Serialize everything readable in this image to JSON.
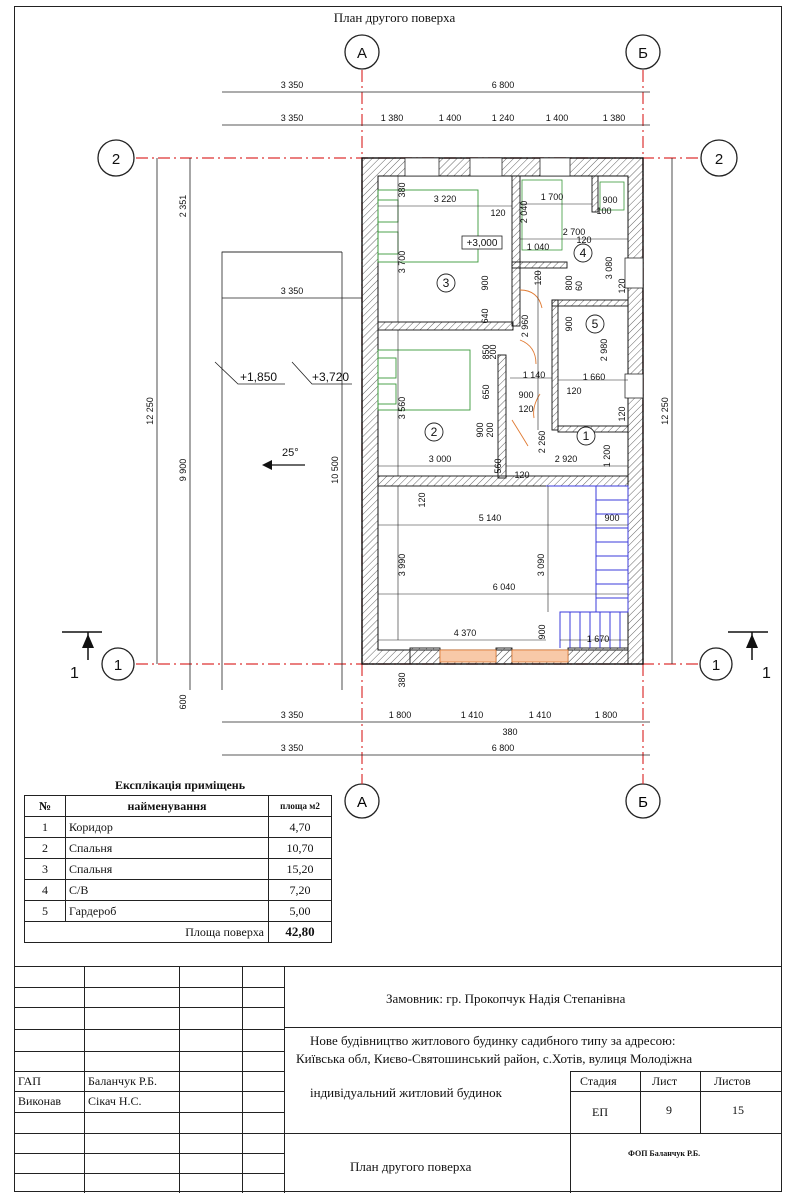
{
  "sheet_title": "План другого поверха",
  "axes": {
    "a": "А",
    "b": "Б",
    "r2": "2",
    "r1": "1",
    "section": "1"
  },
  "dims": {
    "top1_left": "3 350",
    "top1_right": "6 800",
    "top2": [
      "3 350",
      "1 380",
      "1 400",
      "1 240",
      "1 400",
      "1 380"
    ],
    "bot1": [
      "3 350",
      "1 800",
      "1 410",
      "1 410",
      "1 800"
    ],
    "bot1_sub": "380",
    "bot2_left": "3 350",
    "bot2_right": "6 800",
    "left_total": "12 250",
    "left_top": "2 351",
    "left_mid": "9 900",
    "left_bot": "600",
    "right_total": "12 250",
    "terrace_w": "3 350",
    "terrace_h": "10 500",
    "lvl1": "+1,850",
    "lvl2": "+3,720",
    "lvl3": "+3,000",
    "slope": "25°",
    "inner": [
      "3 220",
      "120",
      "1 700",
      "900",
      "100",
      "2 040",
      "2 700",
      "1 040",
      "3 080",
      "380",
      "3 700",
      "120",
      "900",
      "640",
      "2 960",
      "800",
      "60",
      "120",
      "900",
      "2 980",
      "850",
      "200",
      "1 140",
      "1 660",
      "900",
      "650",
      "120",
      "120",
      "3 560",
      "900",
      "200",
      "2 260",
      "120",
      "1 200",
      "560",
      "3 000",
      "2 920",
      "120",
      "120",
      "5 140",
      "900",
      "3 990",
      "3 090",
      "6 040",
      "4 370",
      "900",
      "1 670",
      "380",
      "120"
    ]
  },
  "rooms": [
    "1",
    "2",
    "3",
    "4",
    "5"
  ],
  "explication": {
    "title": "Експлікація приміщень",
    "col_num": "№",
    "col_name": "найменування",
    "col_area": "площа м2",
    "rows": [
      {
        "num": "1",
        "name": "Коридор",
        "area": "4,70"
      },
      {
        "num": "2",
        "name": "Спальня",
        "area": "10,70"
      },
      {
        "num": "3",
        "name": "Спальня",
        "area": "15,20"
      },
      {
        "num": "4",
        "name": "С/В",
        "area": "7,20"
      },
      {
        "num": "5",
        "name": "Гардероб",
        "area": "5,00"
      }
    ],
    "total_label": "Площа поверха",
    "total_value": "42,80"
  },
  "stamp": {
    "customer": "Замовник: гр. Прокопчук Надія Степанівна",
    "project_line1": "Нове будівництво житлового будинку садибного типу  за адресою:",
    "project_line2": "Київська обл, Києво-Святошинський район, с.Хотів, вулиця Молодіжна",
    "building": "індивідуальний житловий будинок",
    "gap_role": "ГАП",
    "gap_name": "Баланчук Р.Б.",
    "exec_role": "Виконав",
    "exec_name": "Сікач Н.С.",
    "stage_label": "Стадия",
    "sheet_label": "Лист",
    "sheets_label": "Листов",
    "stage": "ЕП",
    "sheet": "9",
    "sheets": "15",
    "drawing": "План другого поверха",
    "company": "ФОП Баланчук Р.Б."
  }
}
